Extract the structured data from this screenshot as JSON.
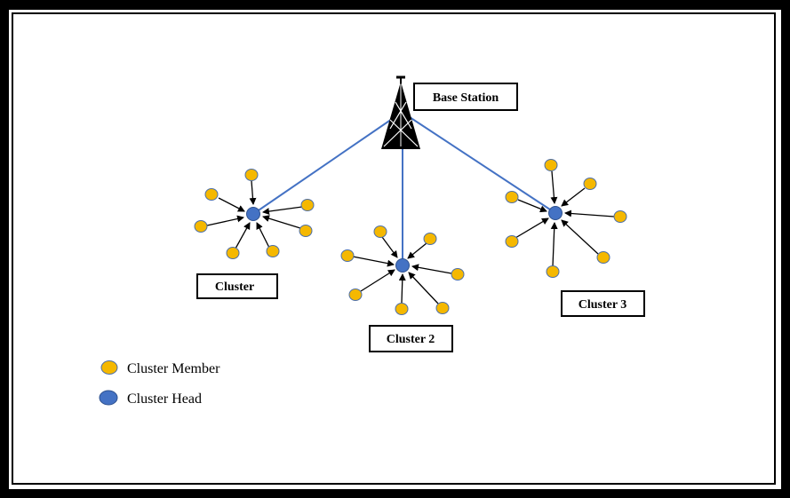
{
  "labels": {
    "base_station": "Base Station",
    "cluster_1": "Cluster",
    "cluster_2": "Cluster 2",
    "cluster_3": "Cluster 3"
  },
  "legend": {
    "member": "Cluster Member",
    "head": "Cluster Head"
  },
  "colors": {
    "member_fill": "#f5b800",
    "member_stroke": "#4d6fa8",
    "head_fill": "#4472c4",
    "head_stroke": "#2f528f",
    "link": "#4472c4",
    "arrow": "#000000"
  }
}
